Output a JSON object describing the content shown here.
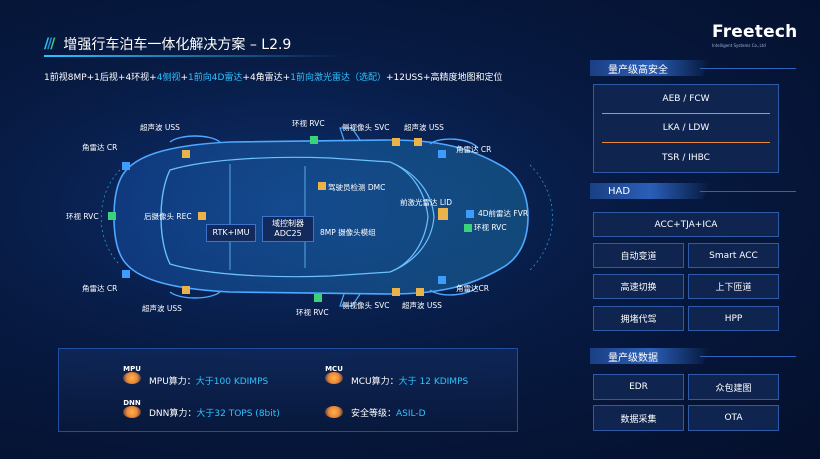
{
  "title": "增强行车泊车一体化解决方案 – L2.9",
  "logo": {
    "name": "Freetech",
    "sub": "Intelligent Systems Co.,Ltd"
  },
  "specs": {
    "p1": "1前视8MP+1后视+4环视+",
    "h1": "4侧视",
    "p2": "+",
    "h2": "1前向4D雷达",
    "p3": "+4角雷达+",
    "h3": "1前向激光雷达（选配）",
    "p4": "+12USS+高精度地图和定位"
  },
  "car": {
    "labels": {
      "uss_top_left": "超声波 USS",
      "rvc_top": "环视 RVC",
      "svc_top": "侧视像头 SVC",
      "uss_top_right": "超声波 USS",
      "cr_top_left": "角雷达 CR",
      "cr_top_right": "角雷达 CR",
      "dmc": "驾驶员检测 DMC",
      "lid": "前激光雷达 LID",
      "fvr": "4D前雷达 FVR",
      "rvc_right": "环视 RVC",
      "rvc_left": "环视 RVC",
      "rec": "后摄像头 REC",
      "cam_module": "8MP 摄像头模组",
      "cr_bottom_left": "角雷达 CR",
      "cr_bottom_right": "角雷达CR",
      "uss_bottom_left": "超声波 USS",
      "rvc_bottom": "环视 RVC",
      "svc_bottom": "侧视像头 SVC",
      "uss_bottom_right": "超声波 USS"
    },
    "rtk": "RTK+IMU",
    "controller_line1": "域控制器",
    "controller_line2": "ADC25"
  },
  "right_panel": {
    "safety_title": "量产级高安全",
    "safety_items": [
      "AEB / FCW",
      "LKA / LDW",
      "TSR / IHBC"
    ],
    "had_title": "HAD",
    "had_main": "ACC+TJA+ICA",
    "had_items": [
      "自动变道",
      "Smart ACC",
      "高速切换",
      "上下匝道",
      "拥堵代驾",
      "HPP"
    ],
    "data_title": "量产级数据",
    "data_items": [
      "EDR",
      "众包建图",
      "数据采集",
      "OTA"
    ]
  },
  "bottom_panel": {
    "mpu_chip": "MPU",
    "mpu_label": "MPU算力：",
    "mpu_value": "大于100 KDIMPS",
    "mcu_chip": "MCU",
    "mcu_label": "MCU算力：",
    "mcu_value": "大于 12 KDIMPS",
    "dnn_chip": "DNN",
    "dnn_label": "DNN算力：",
    "dnn_value": "大于32 TOPS (8bit)",
    "safety_label": "安全等级：",
    "safety_value": "ASIL-D"
  },
  "colors": {
    "accent": "#2ec3ff",
    "panel": "#0f2550",
    "border": "#2f5aa8",
    "orange": "#e9863a",
    "green": "#3ad27a"
  }
}
